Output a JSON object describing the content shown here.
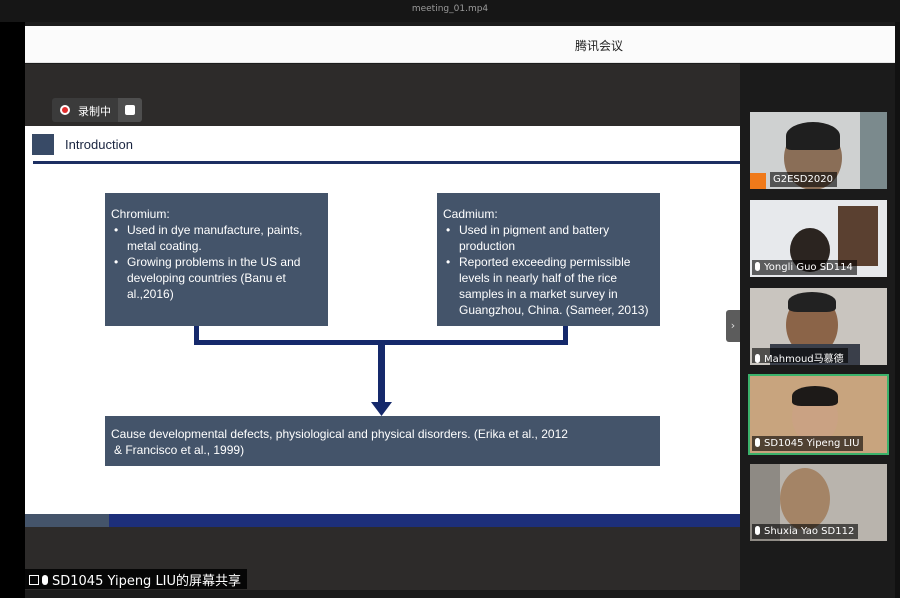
{
  "player": {
    "title": "meeting_01.mp4"
  },
  "window": {
    "title": "腾讯会议"
  },
  "recording": {
    "label": "录制中"
  },
  "slide": {
    "title": "Introduction",
    "box_left": {
      "heading": "Chromium:",
      "bullets": [
        "Used in dye manufacture, paints, metal coating.",
        "Growing problems in the US and developing countries (Banu et al.,2016)"
      ]
    },
    "box_right": {
      "heading": "Cadmium:",
      "bullets": [
        "Used in pigment and battery production",
        "Reported exceeding permissible levels in nearly half of the rice samples in a market survey in Guangzhou, China. (Sameer, 2013)"
      ]
    },
    "box_bottom": {
      "line1": "Cause developmental defects, physiological and physical disorders. (Erika et al., 2012",
      "line2": "& Francisco et al., 1999)"
    }
  },
  "share_caption": "SD1045 Yipeng LIU的屏幕共享",
  "participants": [
    {
      "name": "G2ESD2020",
      "icon": "user-icon"
    },
    {
      "name": "Yongli Guo SD114",
      "icon": "mic-muted-icon"
    },
    {
      "name": "Mahmoud马慕德",
      "icon": "mic-muted-icon"
    },
    {
      "name": "SD1045 Yipeng LIU",
      "icon": "mic-icon",
      "active": true
    },
    {
      "name": "Shuxia Yao SD112",
      "icon": "mic-muted-icon"
    }
  ],
  "colors": {
    "slide_box": "#44546a",
    "connector": "#15296b",
    "speaker_border": "#3bb26b",
    "record_dot": "#e12d2d"
  }
}
